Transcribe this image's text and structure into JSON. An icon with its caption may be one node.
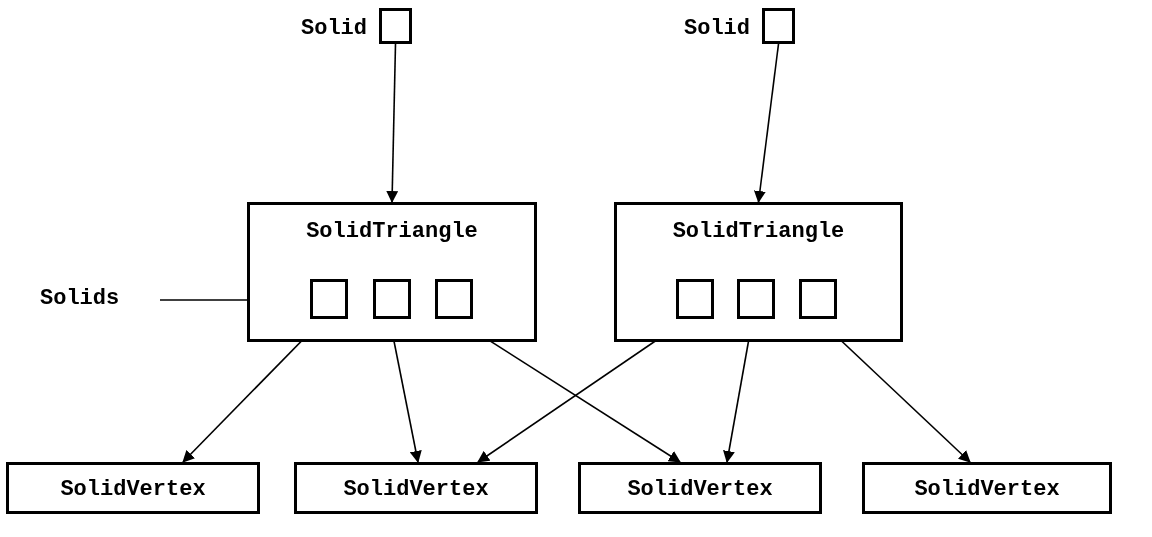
{
  "diagram": {
    "nodes": [
      {
        "text": [],
        "shape": "box",
        "beside": [
          "Solid"
        ]
      },
      {
        "text": [],
        "shape": "box",
        "beside": [
          "Solid"
        ]
      },
      {
        "text": [
          "SolidTriangle"
        ]
      },
      {
        "text": [],
        "shape": "box",
        "in": 2
      },
      {
        "text": [],
        "shape": "box",
        "in": 2
      },
      {
        "text": [],
        "shape": "box",
        "in": 2
      },
      {
        "text": [
          "SolidTriangle"
        ]
      },
      {
        "text": [],
        "shape": "box",
        "in": 6
      },
      {
        "text": [],
        "shape": "box",
        "in": 6
      },
      {
        "text": [],
        "shape": "box",
        "in": 6
      },
      {
        "text": [
          "SolidVertex"
        ]
      },
      {
        "text": [
          "SolidVertex"
        ]
      },
      {
        "text": [
          "SolidVertex"
        ]
      },
      {
        "text": [
          "SolidVertex"
        ]
      },
      {
        "text": [
          "Solids"
        ]
      }
    ],
    "edges": [
      {
        "from": 0,
        "to": 2,
        "arrow": "to"
      },
      {
        "from": 1,
        "to": 6,
        "arrow": "to"
      },
      {
        "from": 3,
        "to": 10,
        "arrow": "to"
      },
      {
        "from": 4,
        "to": 11,
        "arrow": "to"
      },
      {
        "from": 5,
        "to": 12,
        "arrow": "to"
      },
      {
        "from": 7,
        "to": 11,
        "arrow": "to"
      },
      {
        "from": 8,
        "to": 12,
        "arrow": "to"
      },
      {
        "from": 9,
        "to": 13,
        "arrow": "to"
      },
      {
        "from": 14,
        "to": 3,
        "arrow": "none"
      }
    ]
  }
}
